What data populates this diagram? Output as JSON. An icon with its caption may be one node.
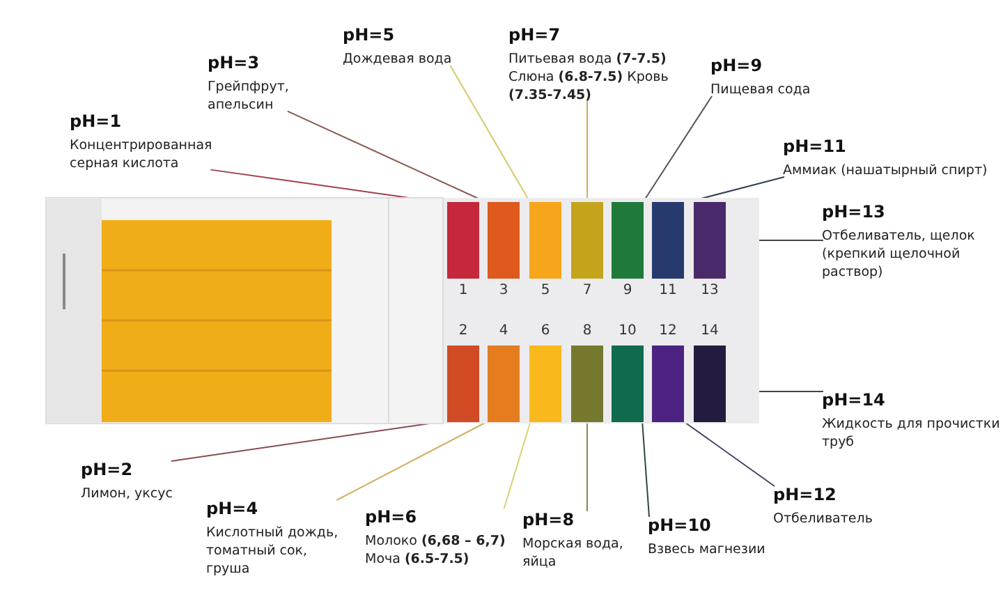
{
  "diagram": {
    "nodes": [
      {
        "text": [
          "pH=1",
          "Концентрированная серная кислота"
        ]
      },
      {
        "text": [
          "pH=3",
          "Грейпфрут, апельсин"
        ]
      },
      {
        "text": [
          "pH=5",
          "Дождевая вода"
        ]
      },
      {
        "text": [
          "pH=7",
          "Питьевая вода **(7-7.5)** Слюна **(6.8-7.5)** Кровь **(7.35-7.45)**"
        ]
      },
      {
        "text": [
          "pH=9",
          "Пищевая сода"
        ]
      },
      {
        "text": [
          "pH=11",
          "Аммиак (нашатырный спирт)"
        ]
      },
      {
        "text": [
          "pH=13",
          "Отбеливатель, щелок (крепкий щелочной раствор)"
        ]
      },
      {
        "text": [],
        "shape": "box",
        "beside": [
          "1"
        ]
      },
      {
        "text": [],
        "shape": "box",
        "beside": [
          "3"
        ]
      },
      {
        "text": [],
        "shape": "box",
        "beside": [
          "5"
        ]
      },
      {
        "text": [],
        "shape": "box",
        "beside": [
          "7"
        ]
      },
      {
        "text": [],
        "shape": "box",
        "beside": [
          "9"
        ]
      },
      {
        "text": [],
        "shape": "box",
        "beside": [
          "11"
        ]
      },
      {
        "text": [],
        "shape": "box",
        "beside": [
          "13"
        ]
      },
      {
        "text": [],
        "shape": "box",
        "beside": [
          "2"
        ]
      },
      {
        "text": [],
        "shape": "box",
        "beside": [
          "4"
        ]
      },
      {
        "text": [],
        "shape": "box",
        "beside": [
          "6"
        ]
      },
      {
        "text": [],
        "shape": "box",
        "beside": [
          "8"
        ]
      },
      {
        "text": [],
        "shape": "box",
        "beside": [
          "10"
        ]
      },
      {
        "text": [],
        "shape": "box",
        "beside": [
          "12"
        ]
      },
      {
        "text": [],
        "shape": "box",
        "beside": [
          "14"
        ]
      },
      {
        "text": [
          "pH=14",
          "Жидкость для прочистки труб"
        ]
      },
      {
        "text": [
          "pH=2",
          "Лимон, уксус"
        ]
      },
      {
        "text": [
          "pH=4",
          "Кислотный дождь, томатный сок, груша"
        ]
      },
      {
        "text": [
          "pH=6",
          "Молоко **(6,68 – 6,7)** Моча **(6.5-7.5)**"
        ]
      },
      {
        "text": [
          "pH=8",
          "Морская вода, яйца"
        ]
      },
      {
        "text": [
          "pH=10",
          "Взвесь магнезии"
        ]
      },
      {
        "text": [
          "pH=12",
          "Отбеливатель"
        ]
      }
    ],
    "edges": [
      {
        "from": 0,
        "to": 7,
        "arrow": "none",
        "color": "#a0404f"
      },
      {
        "from": 1,
        "to": 8,
        "arrow": "none",
        "color": "#8a5a50"
      },
      {
        "from": 2,
        "to": 9,
        "arrow": "none",
        "color": "#d8c86a"
      },
      {
        "from": 3,
        "to": 10,
        "arrow": "none",
        "color": "#c8b060"
      },
      {
        "from": 4,
        "to": 11,
        "arrow": "none",
        "color": "#555555"
      },
      {
        "from": 5,
        "to": 12,
        "arrow": "none",
        "color": "#333b55"
      },
      {
        "from": 6,
        "to": 13,
        "arrow": "none",
        "color": "#444444"
      },
      {
        "from": 21,
        "to": 20,
        "arrow": "none",
        "color": "#444444"
      },
      {
        "from": 22,
        "to": 14,
        "arrow": "none",
        "color": "#8a4a50"
      },
      {
        "from": 23,
        "to": 15,
        "arrow": "none",
        "color": "#d0b060"
      },
      {
        "from": 24,
        "to": 16,
        "arrow": "none",
        "color": "#e0d070"
      },
      {
        "from": 25,
        "to": 17,
        "arrow": "none",
        "color": "#8a8a50"
      },
      {
        "from": 26,
        "to": 18,
        "arrow": "none",
        "color": "#2a4a40"
      },
      {
        "from": 27,
        "to": 19,
        "arrow": "none",
        "color": "#4a4060"
      }
    ]
  }
}
